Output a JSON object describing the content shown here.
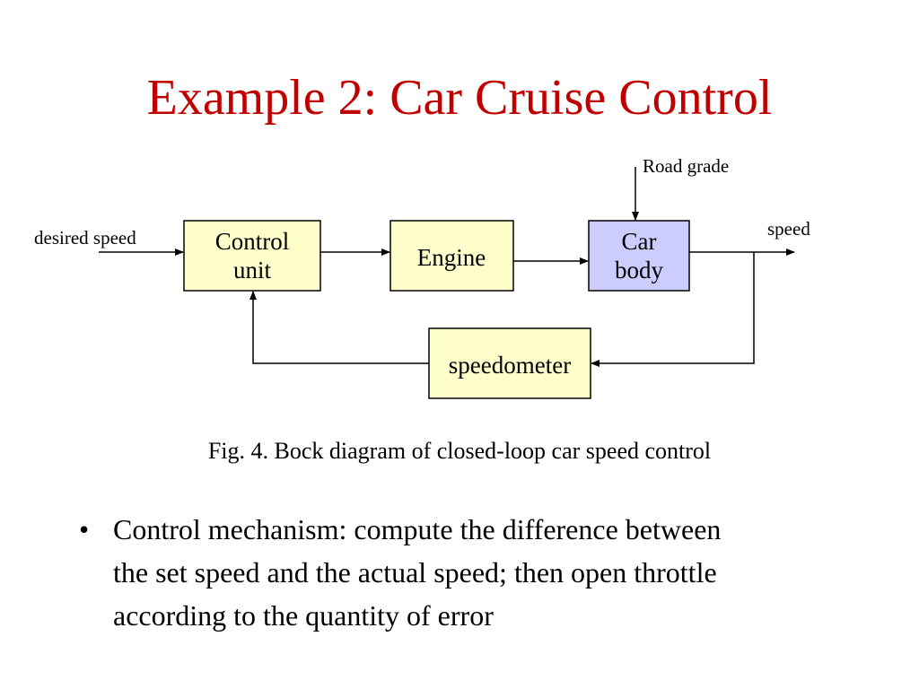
{
  "title": "Example 2: Car Cruise Control",
  "diagram": {
    "inputs": {
      "desired_speed": "desired speed",
      "road_grade": "Road grade"
    },
    "output": "speed",
    "blocks": {
      "control_unit": [
        "Control",
        "unit"
      ],
      "engine": "Engine",
      "car_body": [
        "Car",
        "body"
      ],
      "speedometer": "speedometer"
    },
    "colors": {
      "yellow_block": "#ffffcc",
      "blue_block": "#ccccff",
      "line": "#000000"
    }
  },
  "caption": "Fig. 4. Bock diagram of closed-loop car speed control",
  "bullets": [
    {
      "marker": "•",
      "lines": [
        "Control mechanism: compute the difference between",
        "the set speed and the actual speed; then open throttle",
        "according to the quantity of error"
      ]
    }
  ]
}
